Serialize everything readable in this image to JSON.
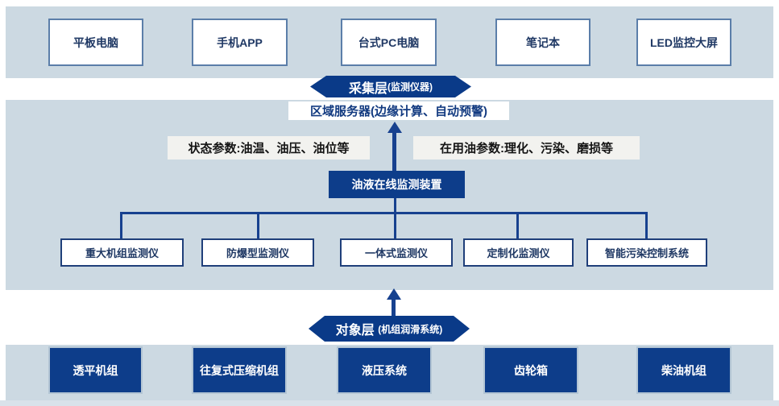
{
  "colors": {
    "band_blue": "#ccd9e2",
    "dark_blue": "#0d3d8a",
    "connector_blue": "#17418f",
    "box_border_blue": "#5b7ea9",
    "label_bg": "#f2f2ef",
    "footer_strip": "#d9e2ea"
  },
  "top_layer": {
    "boxes": [
      "平板电脑",
      "手机APP",
      "台式PC电脑",
      "笔记本",
      "LED监控大屏"
    ]
  },
  "collection_layer_banner": {
    "title": "采集层",
    "subtitle": "(监测仪器)"
  },
  "middle_layer": {
    "server_box": "区域服务器(边缘计算、自动预警)",
    "left_param_label": "状态参数:油温、油压、油位等",
    "right_param_label": "在用油参数:理化、污染、磨损等",
    "central_device": "油液在线监测装置",
    "instrument_boxes": [
      "重大机组监测仪",
      "防爆型监测仪",
      "一体式监测仪",
      "定制化监测仪",
      "智能污染控制系统"
    ]
  },
  "object_layer_banner": {
    "title": "对象层",
    "subtitle": "(机组润滑系统)"
  },
  "bottom_layer": {
    "boxes": [
      "透平机组",
      "往复式压缩机组",
      "液压系统",
      "齿轮箱",
      "柴油机组"
    ]
  }
}
